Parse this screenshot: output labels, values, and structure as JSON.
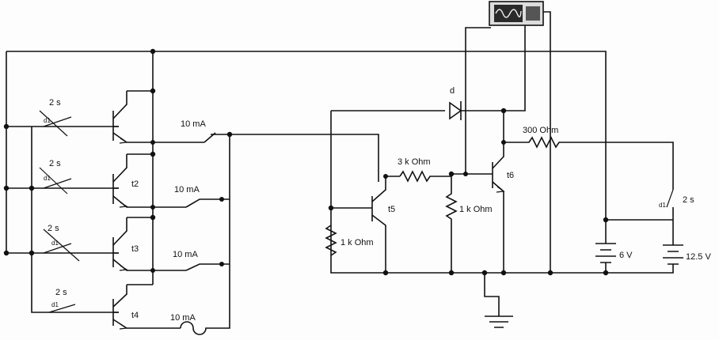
{
  "switches": {
    "s1": {
      "time": "2 s",
      "key": "d1"
    },
    "s2": {
      "time": "2 s",
      "key": "d1"
    },
    "s3": {
      "time": "2 s",
      "key": "d1"
    },
    "s4": {
      "time": "2 s",
      "key": "d1"
    },
    "s5": {
      "time": "2 s",
      "key": "d1"
    }
  },
  "transistors": {
    "t2": "t2",
    "t3": "t3",
    "t4": "t4",
    "t5": "t5",
    "t6": "t6"
  },
  "fuses": {
    "f1": "10 mA",
    "f2": "10 mA",
    "f3": "10 mA",
    "f4": "10 mA"
  },
  "resistors": {
    "r_3k": "3 k Ohm",
    "r_1k_mid": "1 k Ohm",
    "r_1k_left": "1 k Ohm",
    "r_300": "300  Ohm"
  },
  "diode": {
    "label": "d"
  },
  "batteries": {
    "b1": "6 V",
    "b2": "12.5 V"
  },
  "colors": {
    "ink": "#111111",
    "paper": "#fdfdfd",
    "scope_screen": "#2a2a2a"
  },
  "icons": {
    "oscilloscope": "oscilloscope-icon",
    "ground": "ground-icon"
  }
}
